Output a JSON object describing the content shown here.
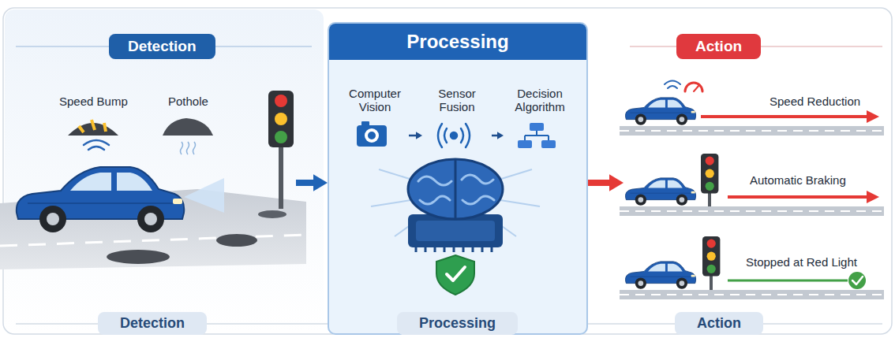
{
  "diagram": {
    "nodes": [
      {
        "text": [
          "Detection",
          "Detection"
        ]
      },
      {
        "text": [
          "Processing",
          "Processing"
        ]
      },
      {
        "text": [
          "Computer Vision"
        ],
        "in": 1
      },
      {
        "text": [
          "Sensor Fusion"
        ],
        "in": 1
      },
      {
        "text": [
          "Decision Algorithm"
        ],
        "in": 1
      },
      {
        "text": [
          "Action",
          "Action"
        ]
      }
    ],
    "edges": [
      {
        "from": 0,
        "to": 1,
        "arrow": "to"
      },
      {
        "from": 1,
        "to": 5,
        "arrow": "to"
      },
      {
        "from": 2,
        "to": 3,
        "arrow": "to"
      },
      {
        "from": 3,
        "to": 4,
        "arrow": "to"
      }
    ],
    "labels": [
      "Speed Bump",
      "Pothole",
      "Speed Reduction",
      "Automatic Braking",
      "Stopped at Red Light"
    ]
  }
}
